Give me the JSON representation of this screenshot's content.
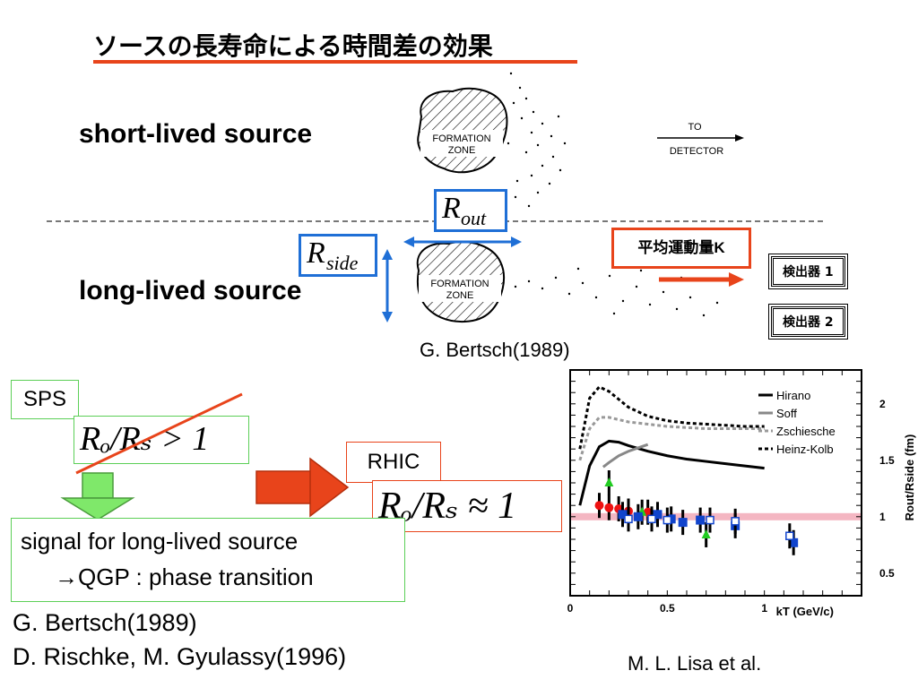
{
  "slide": {
    "title": "ソースの長寿命による時間差の効果",
    "short_lived_label": "short-lived source",
    "long_lived_label": "long-lived source",
    "figure_top": {
      "zone_label_line1": "FORMATION",
      "zone_label_line2": "ZONE",
      "to_detector_line1": "TO",
      "to_detector_line2": "DETECTOR",
      "r_out_base": "R",
      "r_out_sub": "out",
      "r_side_base": "R",
      "r_side_sub": "side",
      "momentum_label": "平均運動量K",
      "detector1": "検出器 1",
      "detector2": "検出器 2",
      "caption": "G. Bertsch(1989)"
    },
    "sps_label": "SPS",
    "sps_ratio": "Rₒ/Rₛ > 1",
    "rhic_label": "RHIC",
    "rhic_ratio": "Rₒ/Rₛ ≈ 1",
    "signal_line1": "signal for long-lived source",
    "signal_line2": "→QGP : phase transition",
    "references": [
      "G. Bertsch(1989)",
      "D. Rischke, M. Gyulassy(1996)"
    ],
    "plot_caption": "M. L. Lisa et al.",
    "colors": {
      "accent_red": "#e8441b",
      "accent_blue": "#1f6fd6",
      "accent_green": "#5ccf57",
      "band_pink": "#f4b6c2"
    }
  },
  "chart_data": {
    "type": "line",
    "xlabel": "k_T (GeV/c)",
    "ylabel": "R_out/R_side (fm)",
    "xlim": [
      0,
      1.5
    ],
    "ylim": [
      0.3,
      2.3
    ],
    "x_ticks": [
      "0",
      "0.5",
      "1"
    ],
    "y_ticks": [
      "0.5",
      "1",
      "1.5",
      "2"
    ],
    "legend": [
      "Hirano",
      "Soff",
      "Zschiesche",
      "Heinz-Kolb"
    ],
    "reference_band_y": 1.0,
    "series": [
      {
        "name": "Hirano",
        "style": "solid-black",
        "x": [
          0.05,
          0.1,
          0.15,
          0.2,
          0.25,
          0.3,
          0.4,
          0.5,
          0.6,
          0.7,
          0.8,
          0.9,
          1.0
        ],
        "y": [
          1.1,
          1.45,
          1.62,
          1.67,
          1.66,
          1.63,
          1.58,
          1.54,
          1.51,
          1.49,
          1.47,
          1.45,
          1.43
        ]
      },
      {
        "name": "Soff",
        "style": "solid-grey",
        "x": [
          0.17,
          0.2,
          0.25,
          0.3,
          0.35,
          0.4
        ],
        "y": [
          1.44,
          1.48,
          1.54,
          1.58,
          1.61,
          1.64
        ]
      },
      {
        "name": "Zschiesche",
        "style": "dotted-grey",
        "x": [
          0.05,
          0.1,
          0.15,
          0.2,
          0.3,
          0.4,
          0.5,
          0.6,
          0.7,
          0.8,
          0.9,
          1.0
        ],
        "y": [
          1.5,
          1.78,
          1.88,
          1.88,
          1.84,
          1.82,
          1.8,
          1.79,
          1.78,
          1.78,
          1.78,
          1.78
        ]
      },
      {
        "name": "Heinz-Kolb",
        "style": "dotted-black",
        "x": [
          0.05,
          0.1,
          0.15,
          0.2,
          0.25,
          0.3,
          0.4,
          0.5,
          0.6,
          0.7,
          0.8,
          0.9,
          1.0
        ],
        "y": [
          1.6,
          2.05,
          2.15,
          2.11,
          2.04,
          1.97,
          1.89,
          1.85,
          1.83,
          1.82,
          1.81,
          1.8,
          1.8
        ]
      },
      {
        "name": "red-circles",
        "style": "marker-red-circle",
        "x": [
          0.15,
          0.2,
          0.25,
          0.3,
          0.4
        ],
        "y": [
          1.1,
          1.08,
          1.07,
          1.05,
          1.04
        ]
      },
      {
        "name": "green-triangles",
        "style": "marker-green-triangle",
        "x": [
          0.2,
          0.37,
          0.7
        ],
        "y": [
          1.3,
          1.04,
          0.84
        ]
      },
      {
        "name": "blue-squares",
        "style": "marker-blue-square",
        "x": [
          0.27,
          0.35,
          0.45,
          0.52,
          0.58,
          0.67,
          0.85,
          1.15
        ],
        "y": [
          1.02,
          1.0,
          1.02,
          0.98,
          0.95,
          0.97,
          0.92,
          0.77
        ]
      },
      {
        "name": "open-squares",
        "style": "marker-open-square",
        "x": [
          0.3,
          0.42,
          0.5,
          0.72,
          0.85,
          1.13
        ],
        "y": [
          0.98,
          0.98,
          0.97,
          0.97,
          0.96,
          0.83
        ]
      }
    ]
  }
}
